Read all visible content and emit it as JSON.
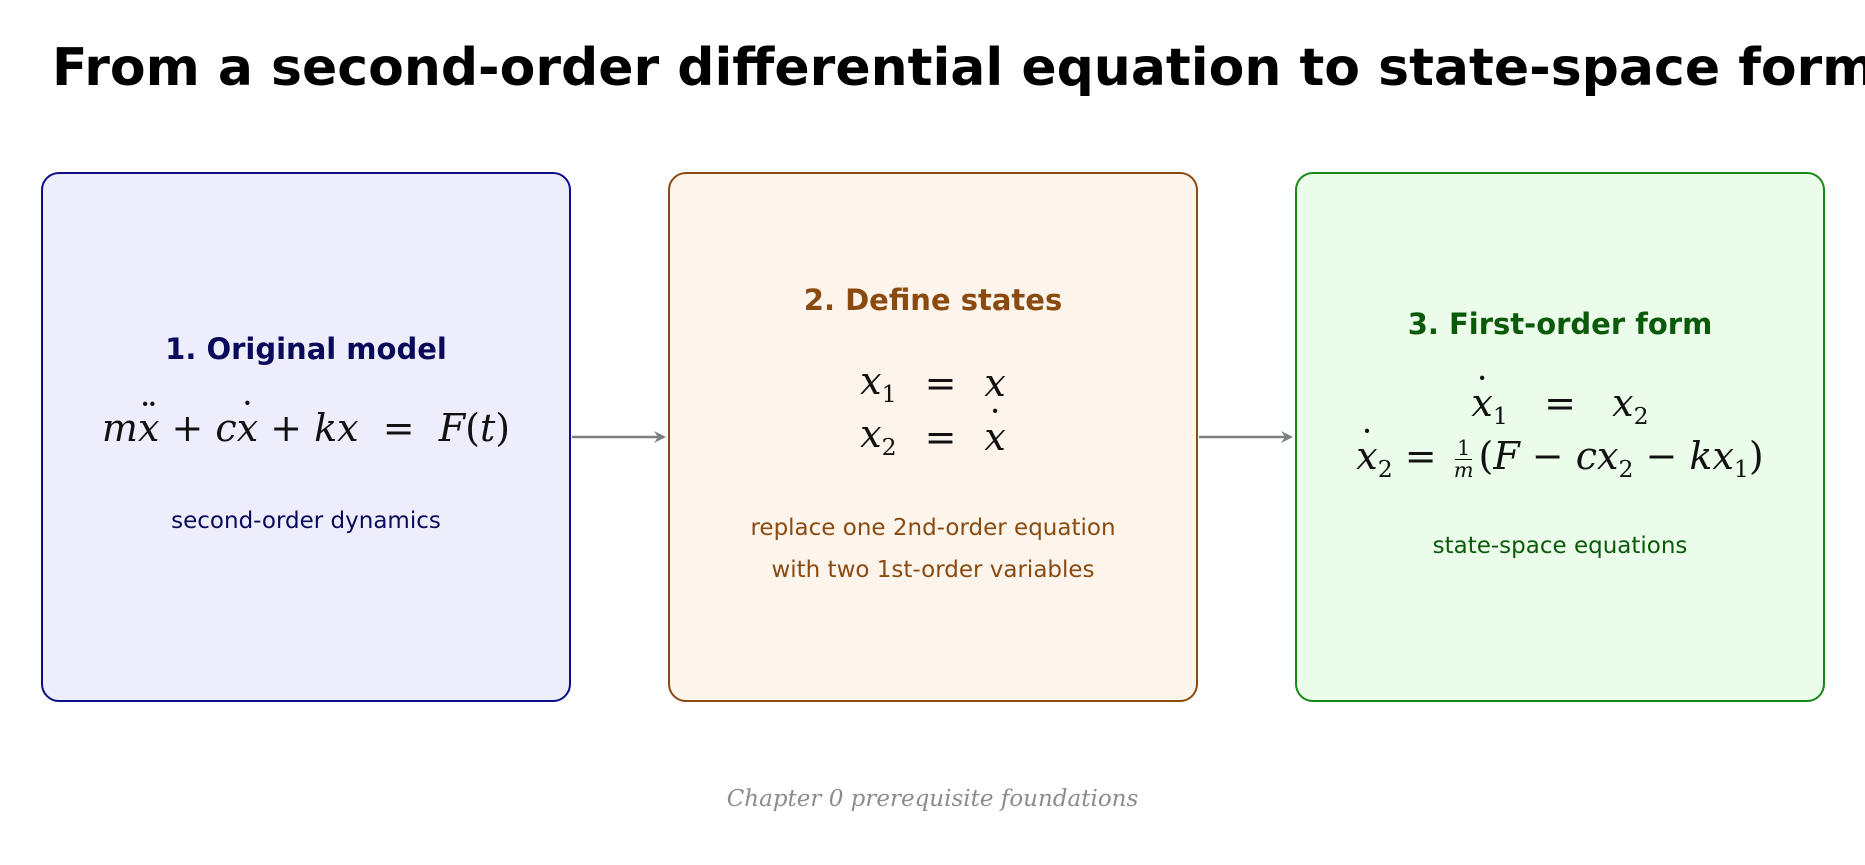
{
  "title": "From a second-order differential equation to state-space form",
  "colors": {
    "box1_border": "#0d0d8a",
    "box1_fill": "#ededfc",
    "box2_border": "#8a4a10",
    "box2_fill": "#fdf5ec",
    "box3_border": "#138a13",
    "box3_fill": "#ebfceb",
    "arrow": "#808080",
    "footer": "#8c8c8c"
  },
  "boxes": [
    {
      "title": "1. Original model",
      "equation": "mẍ + cẋ + kx = F(t)",
      "description": [
        "second-order dynamics"
      ]
    },
    {
      "title": "2. Define states",
      "equations": [
        "x₁ = x",
        "x₂ = ẋ"
      ],
      "description": [
        "replace one 2nd-order equation",
        "with two 1st-order variables"
      ]
    },
    {
      "title": "3. First-order form",
      "equations": [
        "ẋ₁ = x₂",
        "ẋ₂ = 1/m (F − cx₂ − kx₁)"
      ],
      "description": [
        "state-space equations"
      ]
    }
  ],
  "footer": "Chapter 0 prerequisite foundations"
}
